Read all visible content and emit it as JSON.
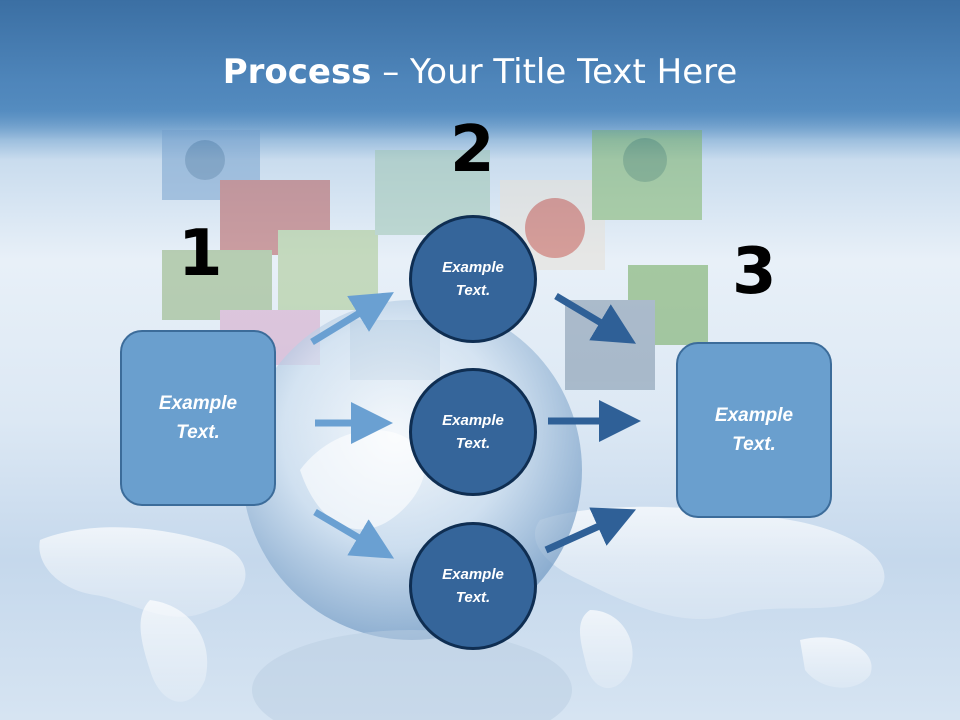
{
  "title": {
    "bold": "Process",
    "rest": " – Your Title Text Here"
  },
  "steps": [
    {
      "number": "1"
    },
    {
      "number": "2"
    },
    {
      "number": "3"
    }
  ],
  "left_box": {
    "text": "Example\nText."
  },
  "circles": [
    {
      "text": "Example\nText."
    },
    {
      "text": "Example\nText."
    },
    {
      "text": "Example\nText."
    }
  ],
  "right_box": {
    "text": "Example\nText."
  },
  "colors": {
    "title_band": "#4a80b6",
    "box_fill": "#6a9fce",
    "circle_fill": "#35659a",
    "arrow_light": "#6aa0d2",
    "arrow_dark": "#2f6097"
  }
}
